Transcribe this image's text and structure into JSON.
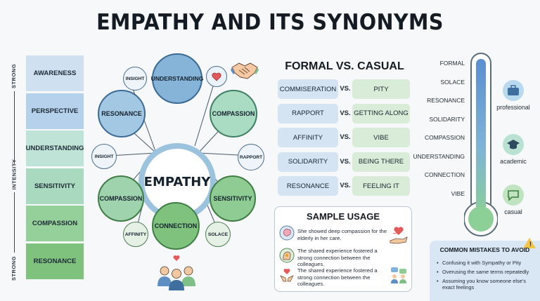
{
  "title": "EMPATHY AND ITS SYNONYMS",
  "intensity": {
    "top_word": "STRONG",
    "middle_word": "INTENSITY",
    "bottom_word": "STRONG",
    "levels": [
      {
        "label": "AWARENESS",
        "color": "#cfe0f1"
      },
      {
        "label": "PERSPECTIVE",
        "color": "#b6d1eb"
      },
      {
        "label": "UNDERSTANDING",
        "color": "#bfe3d6"
      },
      {
        "label": "SENSITIVITY",
        "color": "#a9d9bf"
      },
      {
        "label": "COMPASSION",
        "color": "#95cf9a"
      },
      {
        "label": "RESONANCE",
        "color": "#7fc27e"
      }
    ]
  },
  "diagram": {
    "center": "EMPATHY",
    "nodes": [
      "UNDERSTANDING",
      "COMPASSION",
      "RESONANCE",
      "INSIGHT",
      "INSIGHT",
      "RAPPORT",
      "SENSITIVITY",
      "COMPASSION",
      "CONNECTION",
      "AFFINITY",
      "SOLACE"
    ]
  },
  "formal_vs_casual": {
    "title": "FORMAL VS. CASUAL",
    "vs": "VS.",
    "pairs": [
      {
        "formal": "COMMISERATION",
        "casual": "PITY"
      },
      {
        "formal": "RAPPORT",
        "casual": "GETTING ALONG"
      },
      {
        "formal": "AFFINITY",
        "casual": "VIBE"
      },
      {
        "formal": "SOLIDARITY",
        "casual": "BEING THERE"
      },
      {
        "formal": "RESONANCE",
        "casual": "FEELING IT"
      }
    ]
  },
  "sample_usage": {
    "title": "SAMPLE USAGE",
    "items": [
      "She showed deep compassion for the elderly in her care.",
      "The shared experience fostered a strong connection between the colleagues.",
      "The shared experience fostered a strong connection between the colleagues."
    ]
  },
  "register_scale": {
    "labels": [
      "FORMAL",
      "SOLACE",
      "RESONANCE",
      "SOLIDARITY",
      "COMPASSION",
      "UNDERSTANDING",
      "CONNECTION",
      "VIBE"
    ],
    "levels": [
      "professional",
      "academic",
      "casual"
    ]
  },
  "mistakes": {
    "title": "COMMON MISTAKES TO AVOID",
    "items": [
      "Confusing it with Sympathy or Pity",
      "Overusing the same terms repeatedly",
      "Assuming you know someone else's exact feelings"
    ]
  }
}
